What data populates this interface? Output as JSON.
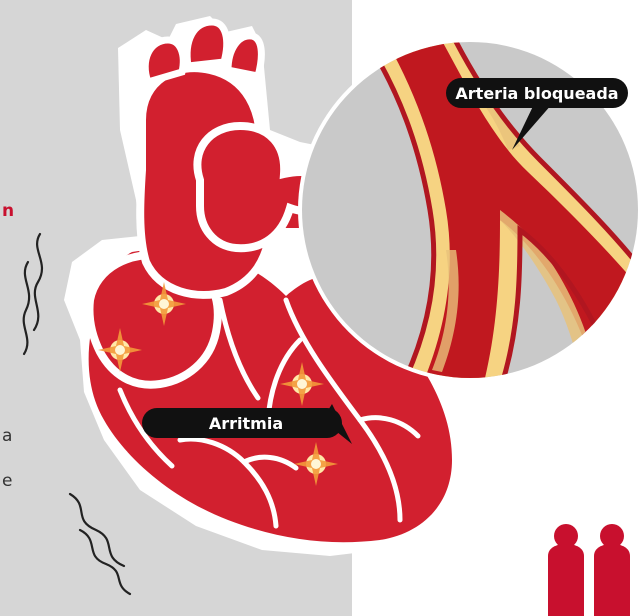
{
  "labels": {
    "blocked_artery": "Arteria bloqueada",
    "arrhythmia": "Arritmia"
  },
  "partial_text": {
    "red_fragment": "n",
    "line_fragment_1": "a",
    "line_fragment_2": "e"
  },
  "colors": {
    "background_gray": "#d6d6d6",
    "heart_red": "#d2202f",
    "heart_dark": "#a3141e",
    "outline_white": "#ffffff",
    "artery_wall_yellow": "#f6d382",
    "artery_lumen": "#c0181f",
    "pill_black": "#111111",
    "spark_yellow": "#ffe9a8",
    "spark_orange": "#f39a3b",
    "brand_red": "#c8102e"
  },
  "icons": [
    "sparkle-icon",
    "wavy-lines-icon",
    "people-icon"
  ]
}
